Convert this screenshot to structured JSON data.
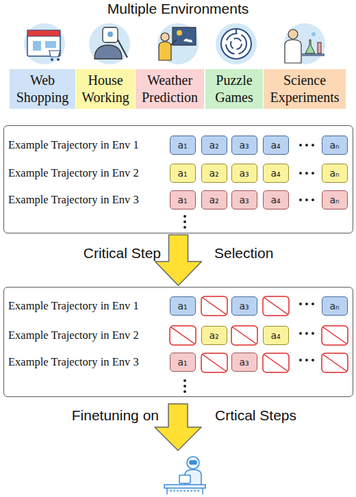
{
  "diagram": {
    "title": "Multiple Environments",
    "nodes": [
      {
        "text": [
          "Web Shopping"
        ]
      },
      {
        "text": [
          "House Working"
        ]
      },
      {
        "text": [
          "Weather Prediction"
        ]
      },
      {
        "text": [
          "Puzzle Games"
        ]
      },
      {
        "text": [
          "Science Experiments"
        ]
      },
      {
        "text": [
          "Example Trajectory in Env 1",
          "Example Trajectory in Env 2",
          "Example Trajectory in Env 3"
        ]
      },
      {
        "text": [
          "a₁"
        ],
        "in": 5
      },
      {
        "text": [
          "a₂"
        ],
        "in": 5
      },
      {
        "text": [
          "a₃"
        ],
        "in": 5
      },
      {
        "text": [
          "a₄"
        ],
        "in": 5
      },
      {
        "text": [
          "aₙ"
        ],
        "in": 5
      },
      {
        "text": [
          "a₁"
        ],
        "in": 5
      },
      {
        "text": [
          "a₂"
        ],
        "in": 5
      },
      {
        "text": [
          "a₃"
        ],
        "in": 5
      },
      {
        "text": [
          "a₄"
        ],
        "in": 5
      },
      {
        "text": [
          "aₙ"
        ],
        "in": 5
      },
      {
        "text": [
          "a₁"
        ],
        "in": 5
      },
      {
        "text": [
          "a₂"
        ],
        "in": 5
      },
      {
        "text": [
          "a₃"
        ],
        "in": 5
      },
      {
        "text": [
          "a₄"
        ],
        "in": 5
      },
      {
        "text": [
          "aₙ"
        ],
        "in": 5
      },
      {
        "text": [
          "Example Trajectory in Env 1",
          "Example Trajectory in Env 2",
          "Example Trajectory in Env 3"
        ]
      },
      {
        "text": [
          "a₁"
        ],
        "in": 21
      },
      {
        "text": [
          "a₃"
        ],
        "in": 21
      },
      {
        "text": [
          "aₙ"
        ],
        "in": 21
      },
      {
        "text": [
          "a₂"
        ],
        "in": 21
      },
      {
        "text": [
          "a₄"
        ],
        "in": 21
      },
      {
        "text": [
          "a₁"
        ],
        "in": 21
      },
      {
        "text": [
          "a₃"
        ],
        "in": 21
      }
    ],
    "edges": [
      {
        "from": 5,
        "to": 21,
        "arrow": "to"
      }
    ],
    "labels": [
      "Critical Step",
      "Selection",
      "Finetuning on",
      "Crtical Steps"
    ]
  }
}
